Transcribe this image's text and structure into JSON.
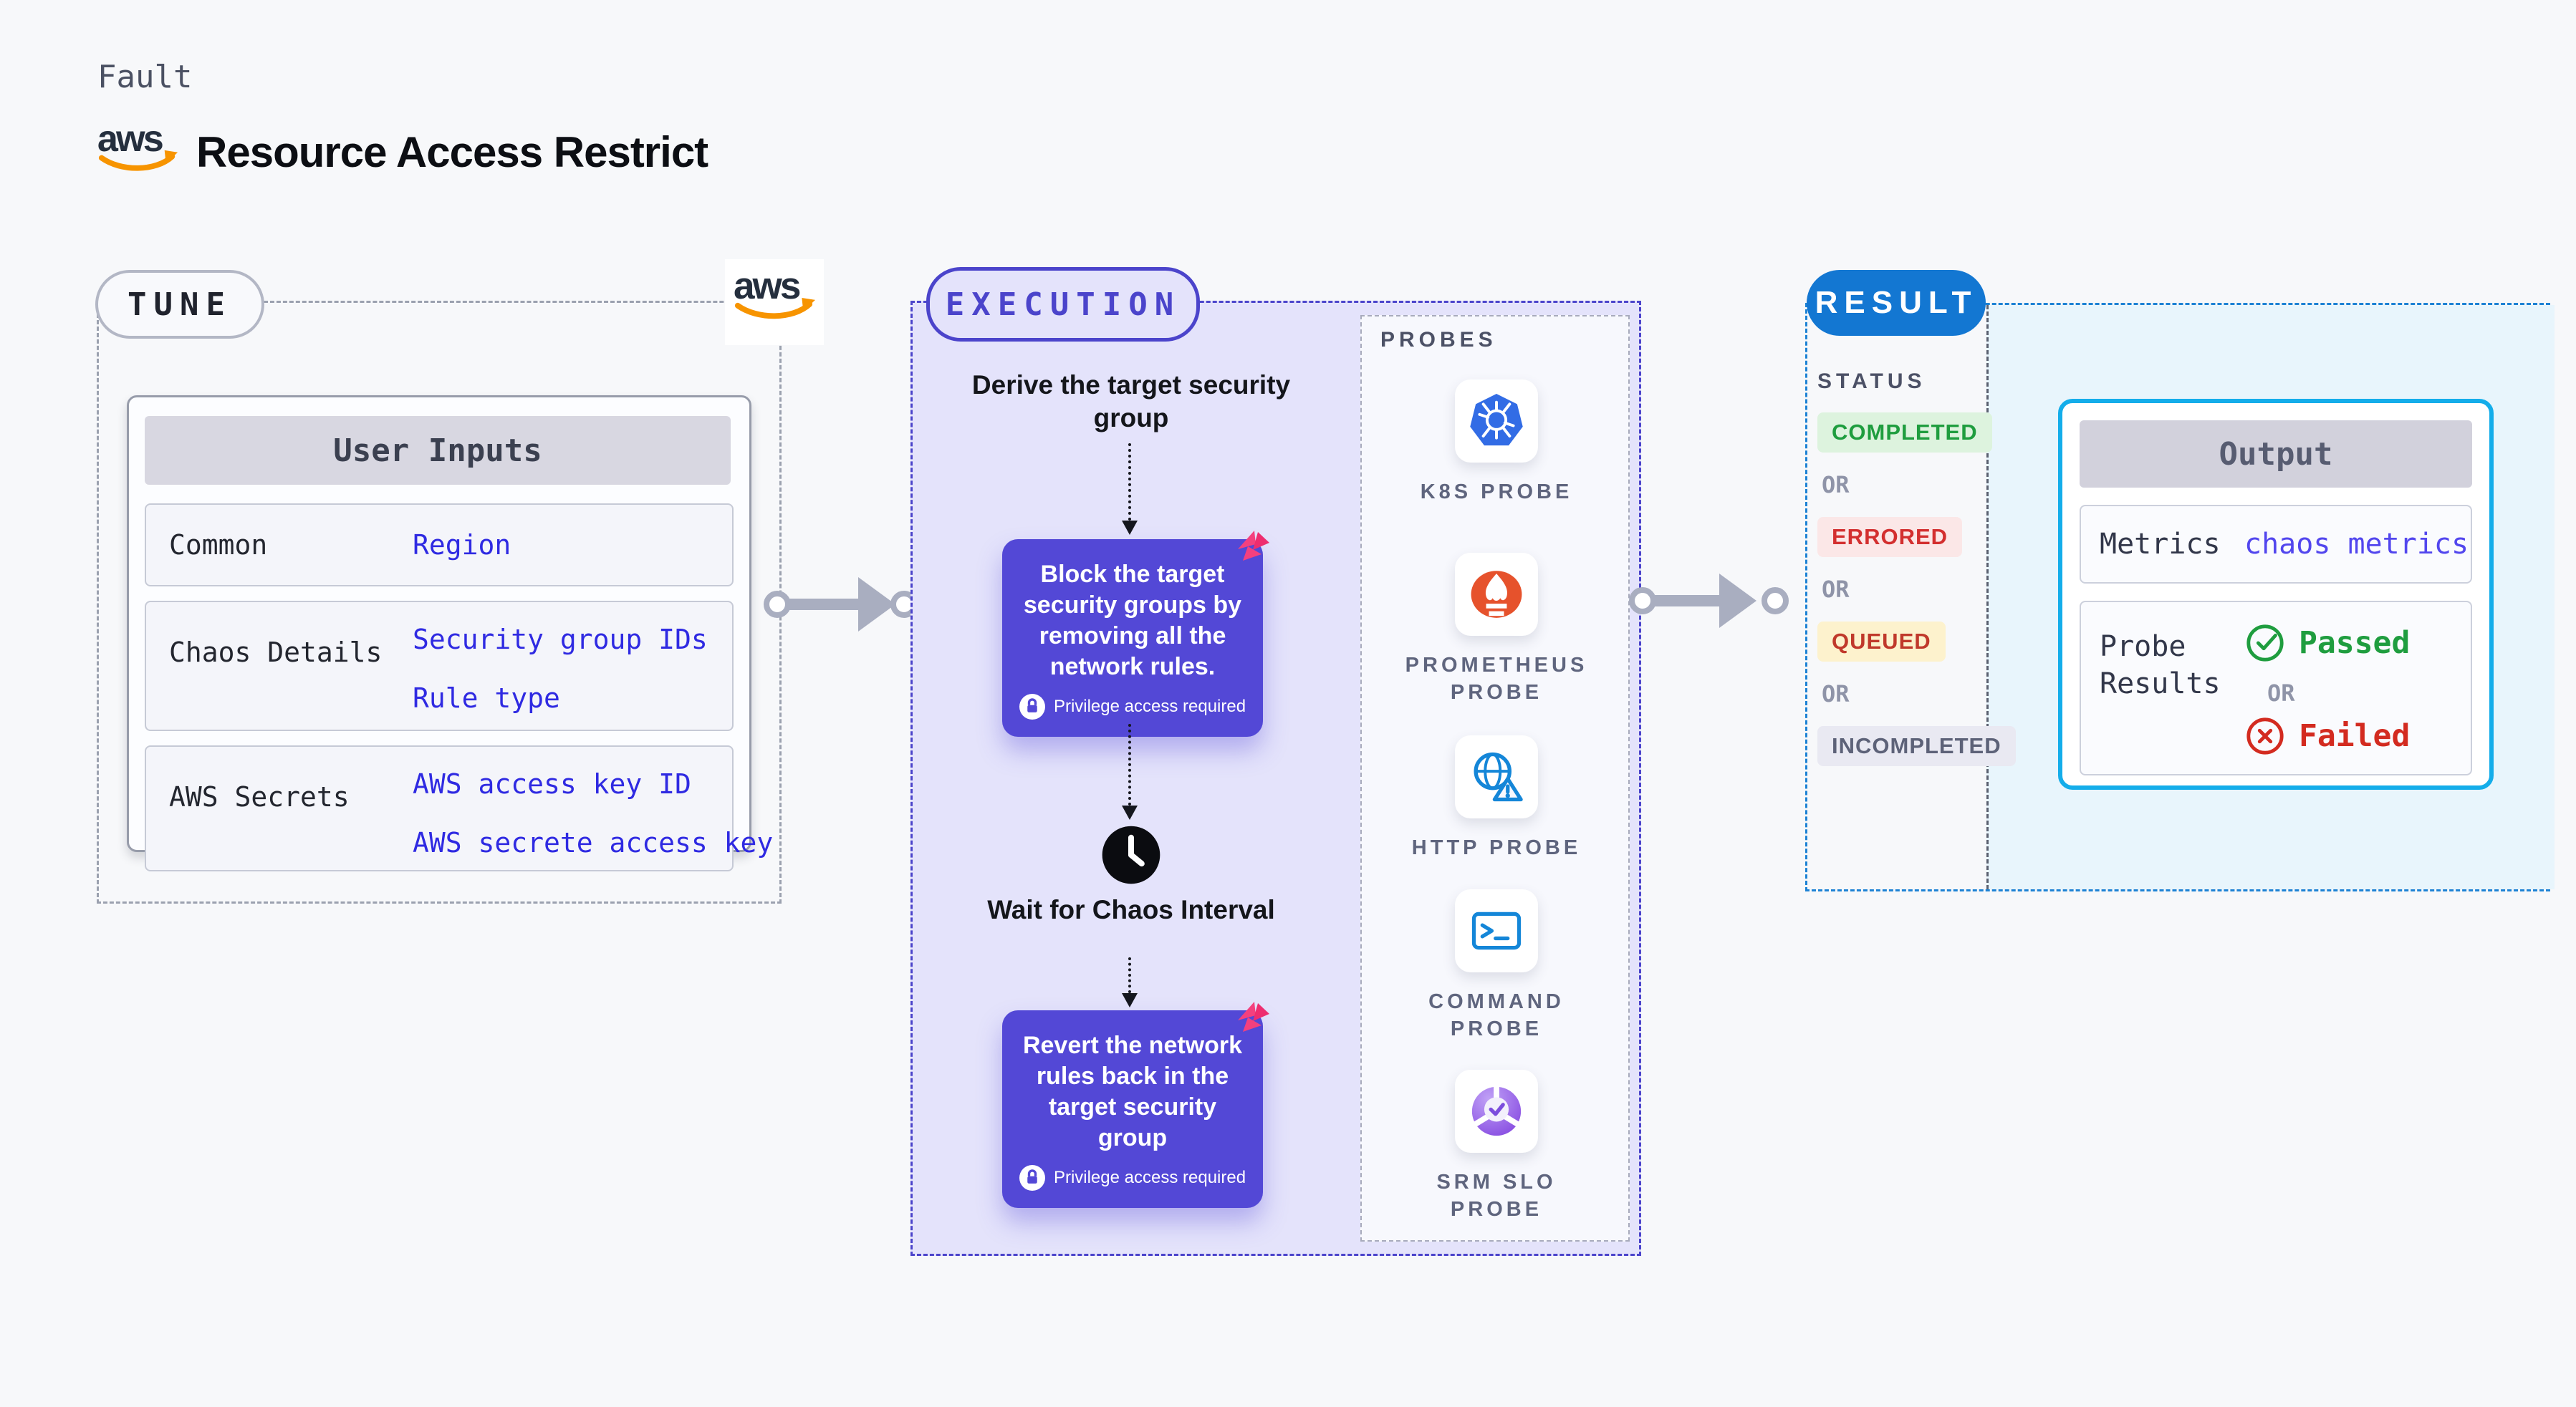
{
  "header": {
    "eyebrow": "Fault",
    "title": "Resource Access Restrict"
  },
  "aws_logo_text": "aws",
  "tune": {
    "badge": "TUNE",
    "card_title": "User Inputs",
    "rows": [
      {
        "label": "Common",
        "values": [
          "Region"
        ]
      },
      {
        "label": "Chaos Details",
        "values": [
          "Security group IDs",
          "Rule type"
        ]
      },
      {
        "label": "AWS Secrets",
        "values": [
          "AWS access key ID",
          "AWS secrete access key"
        ]
      }
    ]
  },
  "execution": {
    "badge": "EXECUTION",
    "step_derive": "Derive the target security group",
    "box_block": "Block the target security groups by removing all the network rules.",
    "privilege_note": "Privilege access required",
    "step_wait": "Wait for Chaos Interval",
    "box_revert": "Revert the network rules back in the target security group"
  },
  "probes": {
    "label": "PROBES",
    "items": [
      {
        "label": "K8S PROBE",
        "icon": "kubernetes-icon"
      },
      {
        "label": "PROMETHEUS PROBE",
        "icon": "prometheus-icon"
      },
      {
        "label": "HTTP PROBE",
        "icon": "http-globe-icon"
      },
      {
        "label": "COMMAND PROBE",
        "icon": "terminal-icon"
      },
      {
        "label": "SRM SLO PROBE",
        "icon": "srm-slo-icon"
      }
    ]
  },
  "result": {
    "badge": "RESULT",
    "status_label": "STATUS",
    "or_label": "OR",
    "statuses": [
      {
        "label": "COMPLETED",
        "color": "#1f9d3f",
        "background": "#ddf3de"
      },
      {
        "label": "ERRORED",
        "color": "#d32f2f",
        "background": "#fbe7e7"
      },
      {
        "label": "QUEUED",
        "color": "#c0392b",
        "background": "#fdf2cd"
      },
      {
        "label": "INCOMPLETED",
        "color": "#5d6278",
        "background": "#e9e9f2"
      }
    ],
    "output": {
      "title": "Output",
      "metrics_label": "Metrics",
      "metrics_value": "chaos metrics",
      "probe_results_label": "Probe Results",
      "passed_label": "Passed",
      "failed_label": "Failed"
    }
  },
  "colors": {
    "accent_indigo": "#4b44cb",
    "action_box_indigo": "#5348d6",
    "result_blue": "#1377d2",
    "output_card_border": "#14adea",
    "tune_value_blue": "#2f2ae2",
    "metrics_value_violet": "#5246ee",
    "passed_green": "#1f9d3f",
    "failed_red": "#d32b20",
    "connector_grey": "#a9aec0",
    "aws_orange": "#f79400"
  }
}
